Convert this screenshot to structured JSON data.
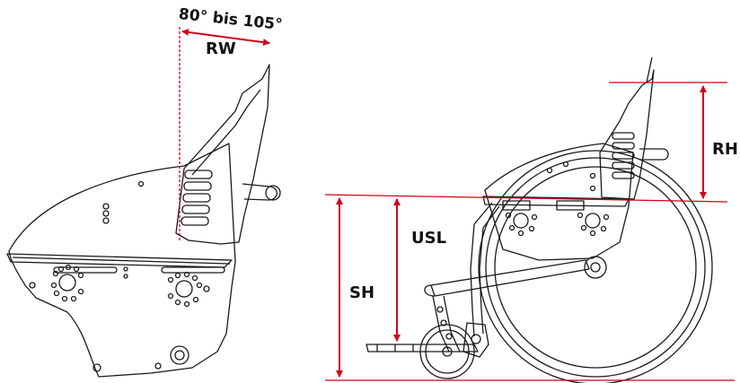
{
  "labels": {
    "angle": "80° bis 105°",
    "rw": "RW",
    "rh": "RH",
    "usl": "USL",
    "sh": "SH"
  },
  "colors": {
    "dimension": "#d0021b",
    "line": "#1a1a1a",
    "background": "#ffffff"
  }
}
